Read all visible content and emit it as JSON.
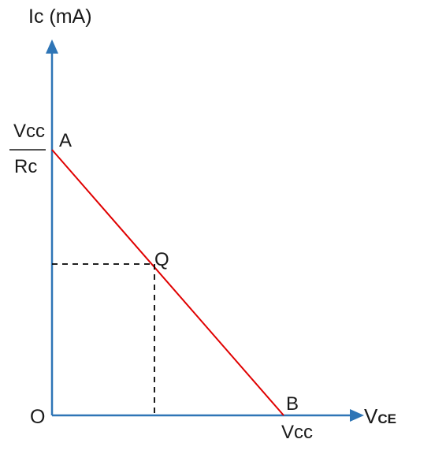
{
  "labels": {
    "y_axis": "Ic (mA)",
    "x_axis_main": "V",
    "x_axis_sub": "CE",
    "origin": "O",
    "point_a": "A",
    "point_b": "B",
    "point_q": "Q",
    "vcc_over_rc_numerator": "Vcc",
    "vcc_over_rc_denominator": "Rc",
    "vcc_x": "Vcc"
  },
  "colors": {
    "axis": "#2e75b6",
    "load_line": "#e00000",
    "dashed": "#000000",
    "text": "#1a1a1a"
  }
}
